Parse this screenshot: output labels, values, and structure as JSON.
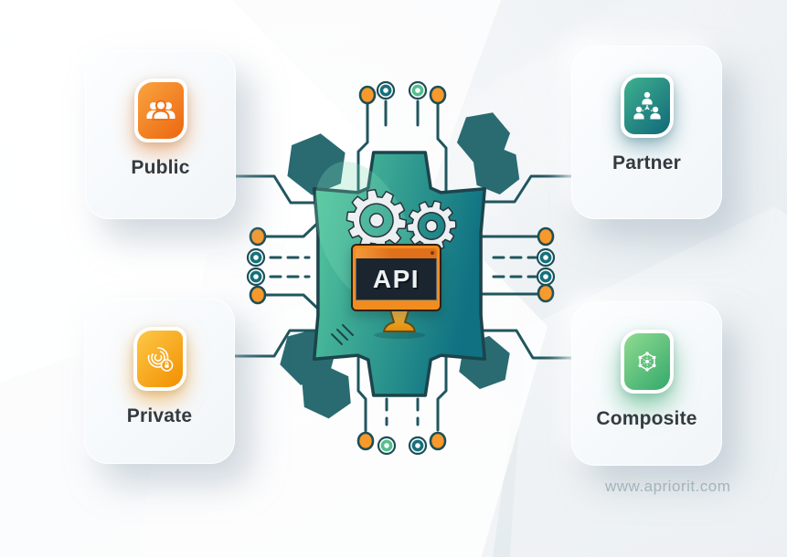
{
  "title": "API types diagram",
  "cards": [
    {
      "id": "public",
      "label": "Public",
      "icon": "people-group-icon",
      "gradient": [
        "#f9a43f",
        "#ec6610"
      ]
    },
    {
      "id": "partner",
      "label": "Partner",
      "icon": "org-hierarchy-icon",
      "gradient": [
        "#3fb18e",
        "#11687a"
      ]
    },
    {
      "id": "private",
      "label": "Private",
      "icon": "fingerprint-lock-icon",
      "gradient": [
        "#fdc847",
        "#f28f00"
      ]
    },
    {
      "id": "composite",
      "label": "Composite",
      "icon": "hex-network-icon",
      "gradient": [
        "#90db90",
        "#33a96b"
      ]
    }
  ],
  "center": {
    "label": "API",
    "gear_glyph": "⚙"
  },
  "watermark": "www.apriorit.com",
  "palette": {
    "background": "#edf1f4",
    "trace": "#20565e",
    "node_orange": "#f8992b",
    "node_teal": "#15707a",
    "node_green": "#54bf8e",
    "gear_gradient_from": "#58cb9f",
    "gear_gradient_to": "#0f7182",
    "monitor_frame": "#f18c1f",
    "monitor_screen": "#1b2530"
  }
}
